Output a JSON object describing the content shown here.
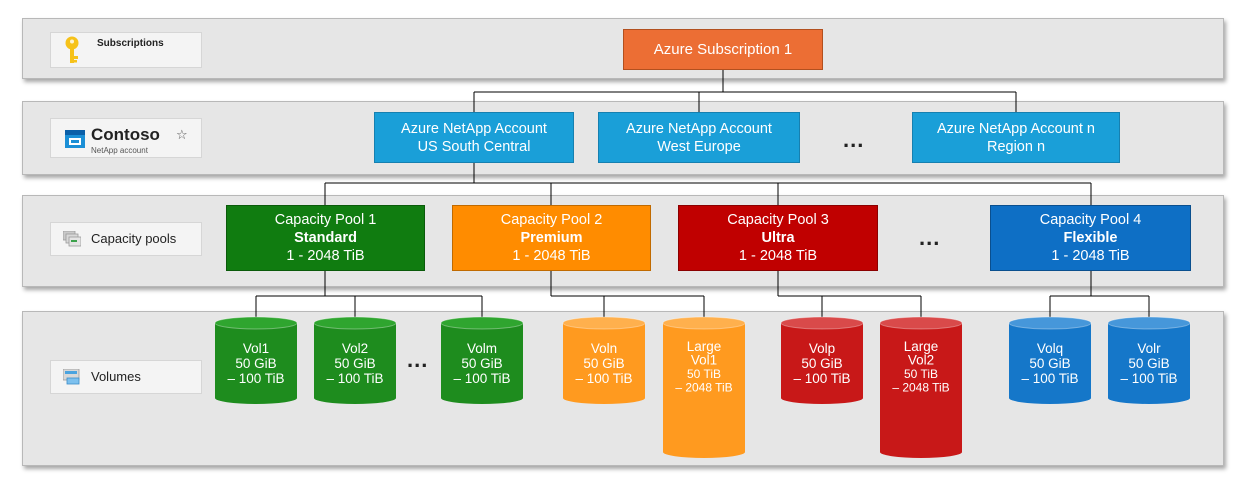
{
  "rows": {
    "subscriptions": {
      "label": "Subscriptions",
      "icon": "key-icon",
      "node": "Azure Subscription 1",
      "color": "#ec6e34"
    },
    "accounts": {
      "label": "Contoso",
      "sublabel": "NetApp account",
      "star": "☆",
      "icon": "netapp-account-icon",
      "color": "#1a9fd8",
      "nodes": [
        {
          "line1": "Azure NetApp Account",
          "line2": "US South Central"
        },
        {
          "line1": "Azure NetApp Account",
          "line2": "West Europe"
        },
        {
          "line1": "Azure NetApp Account n",
          "line2": "Region n"
        }
      ],
      "ellipsis": "..."
    },
    "pools": {
      "label": "Capacity pools",
      "icon": "capacity-pools-icon",
      "ellipsis": "...",
      "nodes": [
        {
          "title": "Capacity Pool 1",
          "tier": "Standard",
          "size": "1 - 2048 TiB",
          "color": "#107c10"
        },
        {
          "title": "Capacity Pool 2",
          "tier": "Premium",
          "size": "1 - 2048 TiB",
          "color": "#ff8c00"
        },
        {
          "title": "Capacity Pool 3",
          "tier": "Ultra",
          "size": "1 - 2048 TiB",
          "color": "#c00000"
        },
        {
          "title": "Capacity Pool 4",
          "tier": "Flexible",
          "size": "1 - 2048 TiB",
          "color": "#0e6fc5"
        }
      ]
    },
    "volumes": {
      "label": "Volumes",
      "icon": "volumes-icon",
      "ellipsis": "...",
      "items": [
        {
          "lines": [
            "Vol1",
            "50 GiB",
            "– 100 TiB"
          ],
          "color": "#1e8c1e",
          "top_color": "#2fa52f"
        },
        {
          "lines": [
            "Vol2",
            "50 GiB",
            "– 100 TiB"
          ],
          "color": "#1e8c1e",
          "top_color": "#2fa52f"
        },
        {
          "lines": [
            "Volm",
            "50 GiB",
            "– 100 TiB"
          ],
          "color": "#1e8c1e",
          "top_color": "#2fa52f"
        },
        {
          "lines": [
            "Voln",
            "50 GiB",
            "– 100 TiB"
          ],
          "color": "#ff9a1f",
          "top_color": "#ffb04d"
        },
        {
          "lines": [
            "Large",
            "Vol1",
            "50 TiB",
            "– 2048 TiB"
          ],
          "color": "#ff9a1f",
          "top_color": "#ffb04d",
          "large": true
        },
        {
          "lines": [
            "Volp",
            "50 GiB",
            "– 100 TiB"
          ],
          "color": "#c81818",
          "top_color": "#d94a4a"
        },
        {
          "lines": [
            "Large",
            "Vol2",
            "50 TiB",
            "– 2048 TiB"
          ],
          "color": "#c81818",
          "top_color": "#d94a4a",
          "large": true
        },
        {
          "lines": [
            "Volq",
            "50 GiB",
            "– 100 TiB"
          ],
          "color": "#1577c9",
          "top_color": "#4697da"
        },
        {
          "lines": [
            "Volr",
            "50 GiB",
            "– 100 TiB"
          ],
          "color": "#1577c9",
          "top_color": "#4697da"
        }
      ]
    }
  }
}
